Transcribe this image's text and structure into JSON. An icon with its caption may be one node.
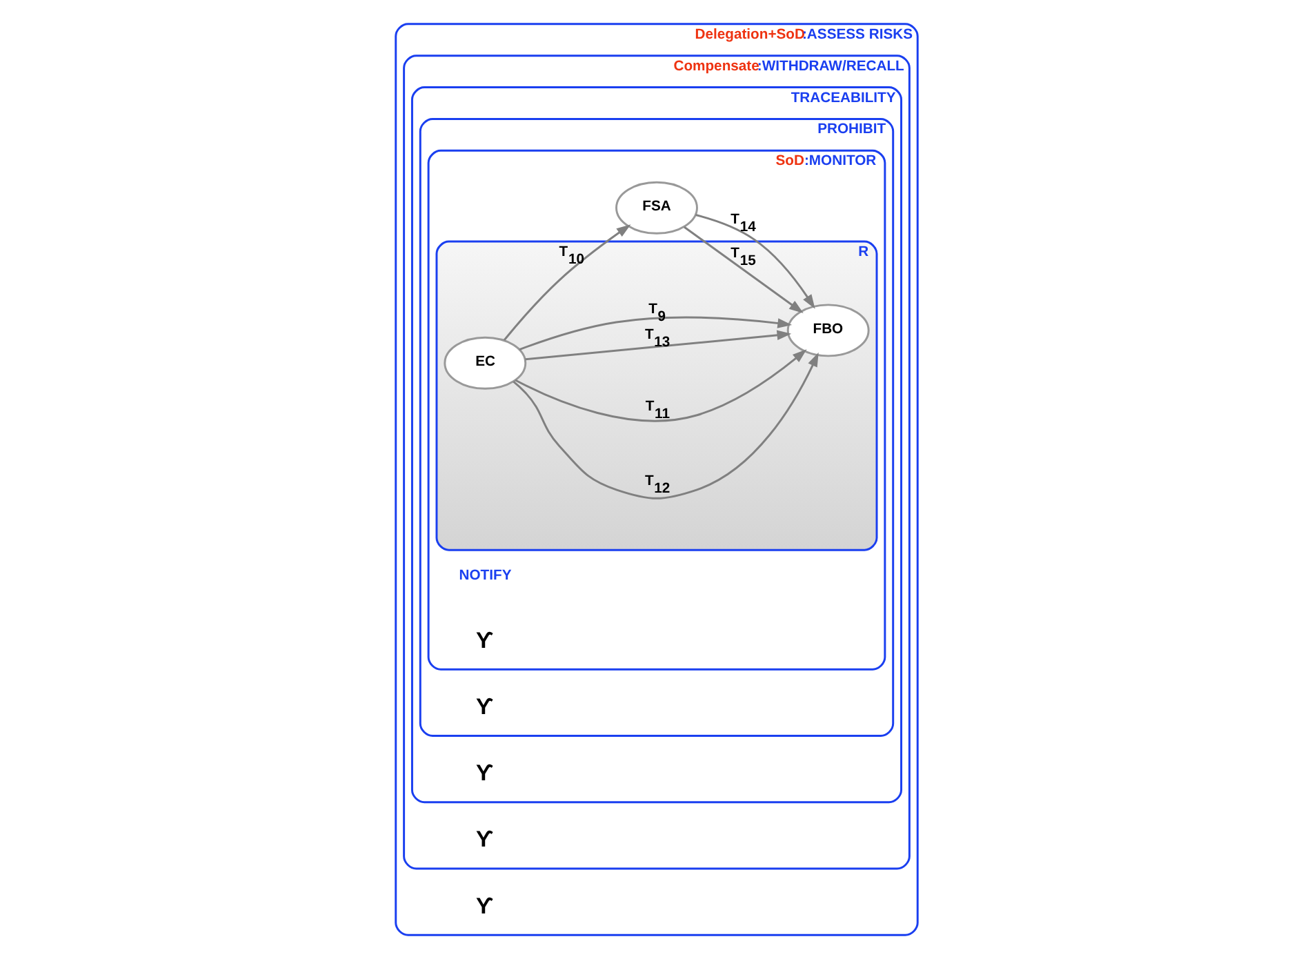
{
  "diagram": {
    "nodes": [
      {
        "text": [
          "Delegation+SoD:ASSESS RISKS"
        ]
      },
      {
        "text": [
          "Compensate:WITHDRAW/RECALL"
        ],
        "in": 0
      },
      {
        "text": [
          "TRACEABILITY"
        ],
        "in": 1
      },
      {
        "text": [
          "PROHIBIT"
        ],
        "in": 2
      },
      {
        "text": [
          "SoD:MONITOR"
        ],
        "in": 3
      },
      {
        "text": [
          "FSA"
        ],
        "in": 4
      },
      {
        "text": [
          "R"
        ],
        "in": 4
      },
      {
        "text": [
          "EC"
        ],
        "in": 6
      },
      {
        "text": [
          "FBO"
        ],
        "in": 6
      }
    ],
    "edges": [
      {
        "from": 7,
        "to": 8,
        "arrow": "to",
        "label": "T$_{12}$"
      },
      {
        "from": 7,
        "to": 8,
        "arrow": "to",
        "label": "T$_{11}$"
      },
      {
        "from": 7,
        "to": 8,
        "arrow": "to",
        "label": "T$_{13}$"
      },
      {
        "from": 7,
        "to": 5,
        "arrow": "to",
        "label": "T$_{10}$"
      },
      {
        "from": 5,
        "to": 8,
        "arrow": "to",
        "label": "T$_{15}$"
      },
      {
        "from": 5,
        "to": 8,
        "arrow": "to",
        "label": "T$_{14}$"
      },
      {
        "from": 7,
        "to": 8,
        "arrow": "to",
        "label": "T$_{9}$"
      }
    ],
    "labels": [
      "ϒ",
      "ϒ",
      "ϒ",
      "ϒ",
      "NOTIFY",
      "ϒ"
    ]
  }
}
